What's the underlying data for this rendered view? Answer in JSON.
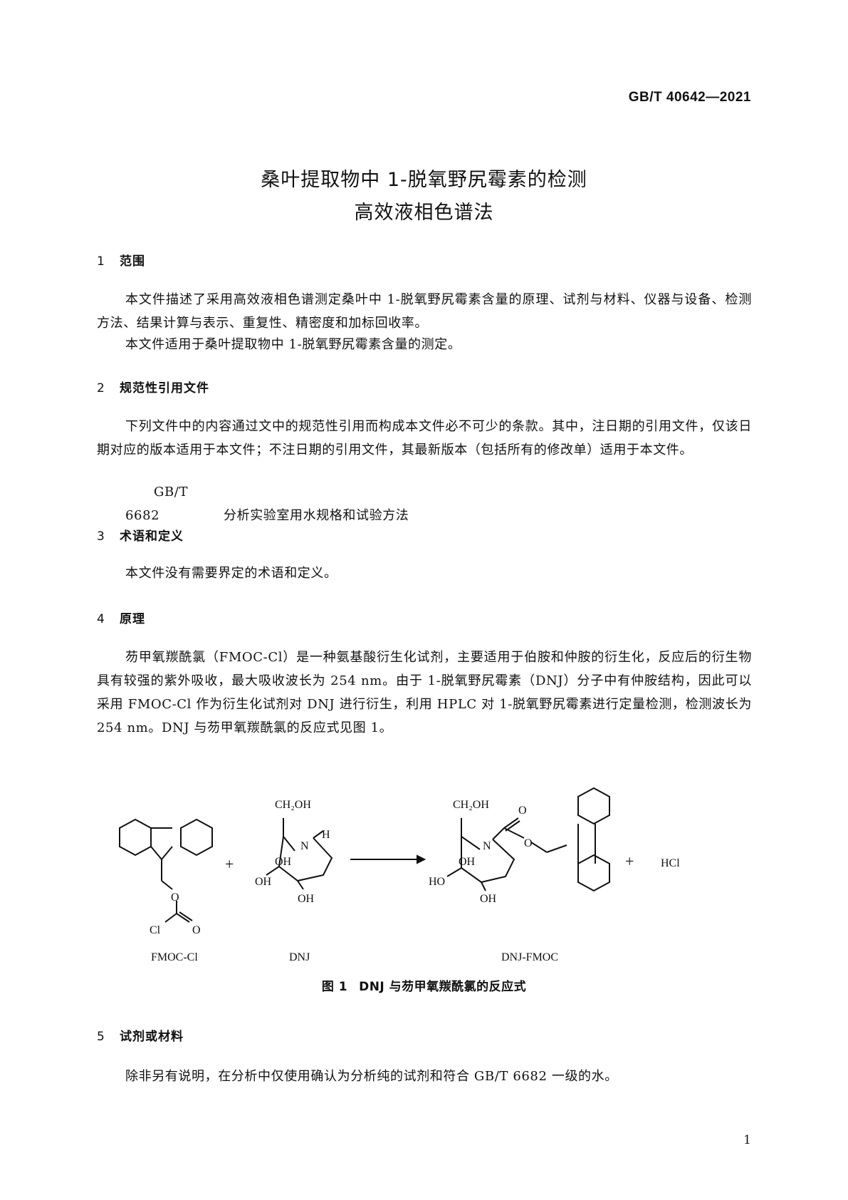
{
  "header": {
    "standard_number": "GB/T 40642—2021"
  },
  "title": {
    "line1": "桑叶提取物中 1-脱氧野尻霉素的检测",
    "line2": "高效液相色谱法"
  },
  "sections": [
    {
      "num": "1",
      "heading": "范围"
    },
    {
      "num": "2",
      "heading": "规范性引用文件"
    },
    {
      "num": "3",
      "heading": "术语和定义"
    },
    {
      "num": "4",
      "heading": "原理"
    },
    {
      "num": "5",
      "heading": "试剂或材料"
    }
  ],
  "section1": {
    "p1": "本文件描述了采用高效液相色谱测定桑叶中 1-脱氧野尻霉素含量的原理、试剂与材料、仪器与设备、检测方法、结果计算与表示、重复性、精密度和加标回收率。",
    "p2": "本文件适用于桑叶提取物中 1-脱氧野尻霉素含量的测定。"
  },
  "section2": {
    "p1": "下列文件中的内容通过文中的规范性引用而构成本文件必不可少的条款。其中，注日期的引用文件，仅该日期对应的版本适用于本文件；不注日期的引用文件，其最新版本（包括所有的修改单）适用于本文件。",
    "ref_code": "GB/T 6682",
    "ref_title": "分析实验室用水规格和试验方法"
  },
  "section3": {
    "p1": "本文件没有需要界定的术语和定义。"
  },
  "section4": {
    "p1": "芴甲氧羰酰氯（FMOC-Cl）是一种氨基酸衍生化试剂，主要适用于伯胺和仲胺的衍生化，反应后的衍生物具有较强的紫外吸收，最大吸收波长为 254 nm。由于 1-脱氧野尻霉素（DNJ）分子中有仲胺结构，因此可以采用 FMOC-Cl 作为衍生化试剂对 DNJ 进行衍生，利用 HPLC 对 1-脱氧野尻霉素进行定量检测，检测波长为 254 nm。DNJ 与芴甲氧羰酰氯的反应式见图 1。"
  },
  "figure1": {
    "labels": {
      "fmoc_cl": "FMOC-Cl",
      "dnj": "DNJ",
      "dnj_fmoc": "DNJ-FMOC",
      "plus": "+",
      "hcl": "HCl",
      "ch2oh": "CH₂OH",
      "oh": "OH",
      "ho": "HO",
      "n": "N",
      "h": "H",
      "o": "O",
      "cl": "Cl"
    },
    "caption_no": "图 1",
    "caption_text": "DNJ 与芴甲氧羰酰氯的反应式"
  },
  "section5": {
    "p1": "除非另有说明，在分析中仅使用确认为分析纯的试剂和符合 GB/T 6682 一级的水。"
  },
  "footer": {
    "page_number": "1"
  }
}
